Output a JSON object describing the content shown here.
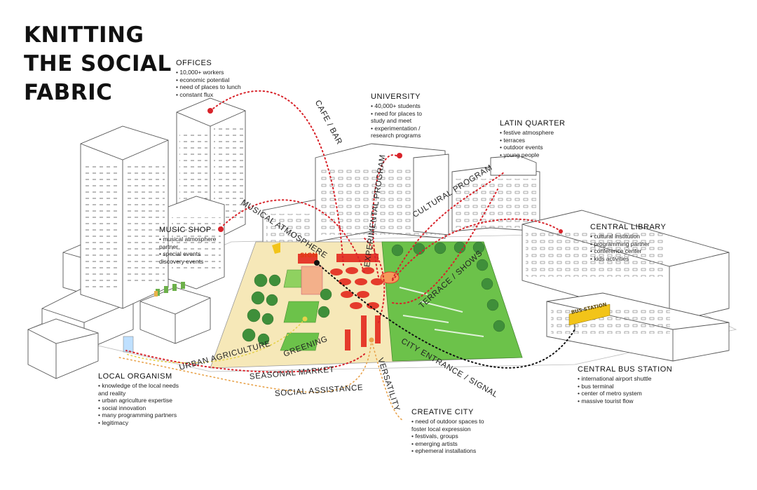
{
  "title": {
    "lines": [
      "KNITTING",
      "THE SOCIAL",
      "FABRIC"
    ]
  },
  "annotations": {
    "offices": {
      "heading": "OFFICES",
      "items": [
        "10,000+ workers",
        "economic potential",
        "need of places to lunch",
        "constant flux"
      ]
    },
    "university": {
      "heading": "UNIVERSITY",
      "items": [
        "40,000+ students",
        "need for places to study and meet",
        "experimentation / research programs"
      ]
    },
    "latin_quarter": {
      "heading": "LATIN QUARTER",
      "items": [
        "festive atmosphere",
        "terraces",
        "outdoor events",
        "young people"
      ]
    },
    "music_shop": {
      "heading": "MUSIC SHOP",
      "items": [
        "musical atmosphere partner",
        "special events discovery events"
      ]
    },
    "central_library": {
      "heading": "CENTRAL LIBRARY",
      "items": [
        "cultural institution",
        "programming partner",
        "conference center",
        "kids activities"
      ]
    },
    "central_bus_station": {
      "heading": "CENTRAL BUS STATION",
      "items": [
        "international airport shuttle",
        "bus terminal",
        "center of metro system",
        "massive tourist flow"
      ]
    },
    "local_organism": {
      "heading": "LOCAL ORGANISM",
      "items": [
        "knowledge of the local needs and reality",
        "urban agriculture expertise",
        "social innovation",
        "many programming partners",
        "legitimacy"
      ]
    },
    "creative_city": {
      "heading": "CREATIVE CITY",
      "items": [
        "need of outdoor spaces to foster local expression",
        "festivals, groups",
        "emerging artists",
        "ephemeral installations"
      ]
    }
  },
  "flow_labels": {
    "cafe_bar": "CAFE / BAR",
    "experimental_program": "EXPERIMENTAL PROGRAM",
    "musical_atmosphere": "MUSICAL ATMOSPHERE",
    "cultural_program": "CULTURAL PROGRAM",
    "terrace_shows": "TERRACE / SHOWS",
    "greening": "GREENING",
    "urban_agriculture": "URBAN AGRICULTURE",
    "seasonal_market": "SEASONAL MARKET",
    "social_assistance": "SOCIAL ASSISTANCE",
    "versatility": "VERSATILITY",
    "city_entrance_signal": "CITY ENTRANCE / SIGNAL"
  },
  "signs": {
    "main_sign": "SIGN",
    "bus_station_sign": "BUS STATION"
  },
  "colors": {
    "red_flow": "#d8232a",
    "black_flow": "#111111",
    "yellow_flow": "#e6d24a",
    "grass": "#6cc24a",
    "site": "#f6e8b8",
    "tree": "#3f8f3a",
    "accent_red": "#e53b2c",
    "building_stroke": "#555555"
  }
}
